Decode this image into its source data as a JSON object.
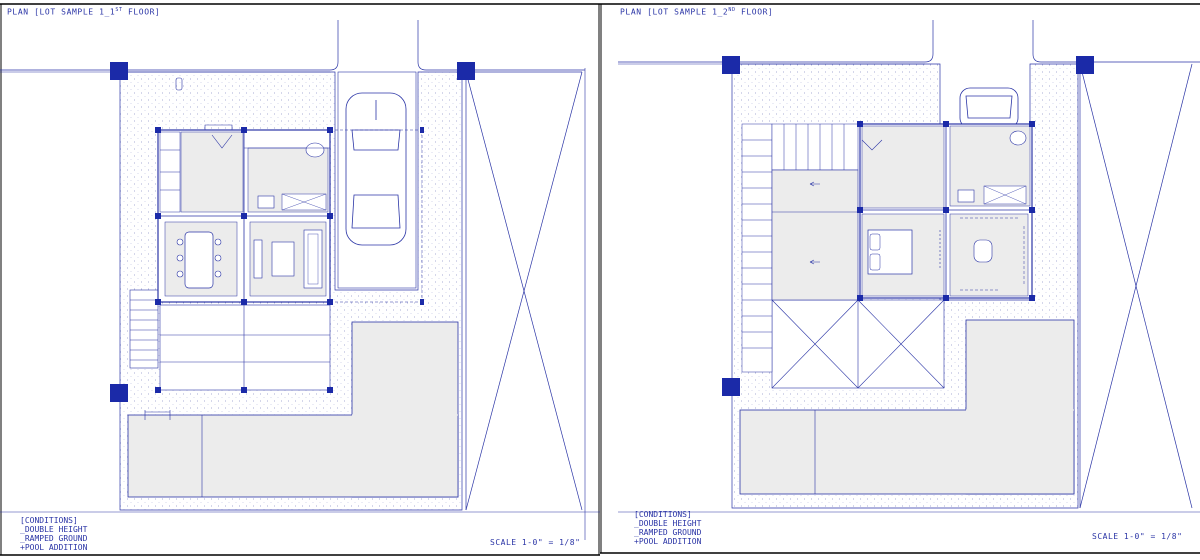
{
  "sheets": [
    {
      "title_prefix": "PLAN [LOT SAMPLE 1_1",
      "title_sup": "ST",
      "title_suffix": " FLOOR]",
      "conditions": [
        "[CONDITIONS]",
        "_DOUBLE HEIGHT",
        "_RAMPED GROUND",
        "+POOL ADDITION"
      ],
      "scale": "SCALE 1-0\" = 1/8\""
    },
    {
      "title_prefix": "PLAN [LOT SAMPLE 1_2",
      "title_sup": "ND",
      "title_suffix": " FLOOR]",
      "conditions": [
        "[CONDITIONS]",
        "_DOUBLE HEIGHT",
        "_RAMPED GROUND",
        "+POOL ADDITION"
      ],
      "scale": "SCALE 1-0\" = 1/8\""
    }
  ],
  "colors": {
    "ink": "#2b35a6",
    "fill": "#e9e9e9",
    "dark": "#1b2aa8"
  }
}
